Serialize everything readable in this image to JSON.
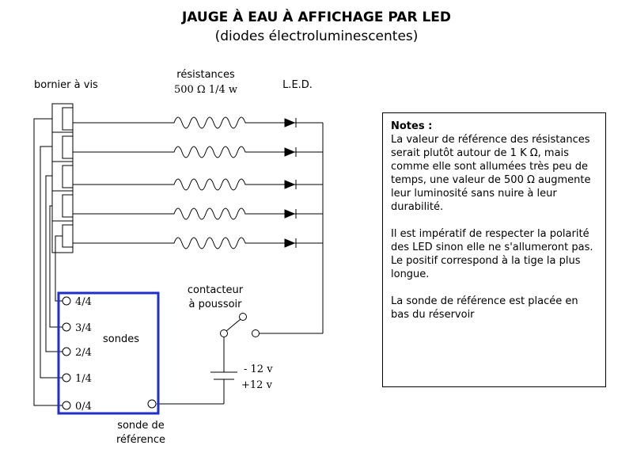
{
  "title": "JAUGE À EAU À AFFICHAGE PAR LED",
  "subtitle": "(diodes électroluminescentes)",
  "labels": {
    "bornier": "bornier à vis",
    "resistances_line1": "résistances",
    "resistances_line2": "500 Ω 1/4 w",
    "led": "L.E.D.",
    "contacteur_line1": "contacteur",
    "contacteur_line2": "à poussoir",
    "sondes": "sondes",
    "minus": "- 12 v",
    "plus": "+12 v",
    "sonde_ref_line1": "sonde de",
    "sonde_ref_line2": "référence"
  },
  "probes": [
    "4/4",
    "3/4",
    "2/4",
    "1/4",
    "0/4"
  ],
  "notes": {
    "title": "Notes :",
    "paragraphs": [
      "La valeur de référence des résistances serait plutôt autour de 1 K Ω, mais comme elle sont allumées très peu de temps, une valeur de 500 Ω augmente leur luminosité sans nuire à leur durabilité.",
      "Il est impératif de respecter la polarité des LED sinon elle ne s'allumeront pas. Le positif correspond à la tige la plus longue.",
      "La sonde de référence est placée en bas du réservoir"
    ]
  },
  "colors": {
    "probe_box": "#1f2fc9",
    "line": "#000000"
  }
}
